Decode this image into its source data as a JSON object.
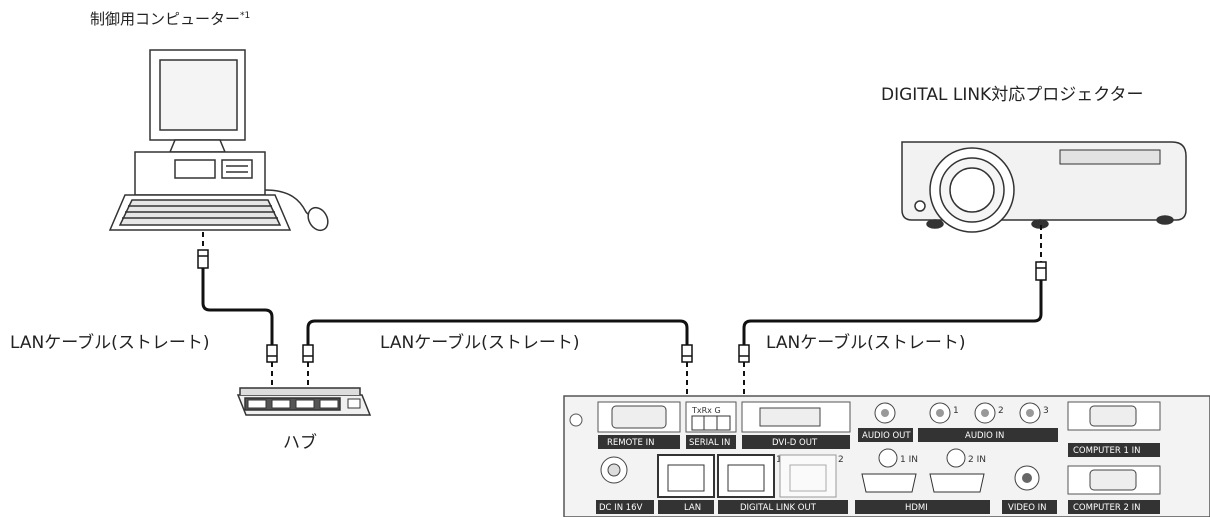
{
  "labels": {
    "control_pc": "制御用コンピューター",
    "control_pc_note": "*1",
    "projector": "DIGITAL LINK対応プロジェクター",
    "cable_1": "LANケーブル(ストレート)",
    "cable_2": "LANケーブル(ストレート)",
    "cable_3": "LANケーブル(ストレート)",
    "hub": "ハブ"
  },
  "panel": {
    "serial_pins": "TxRx G",
    "remote_in": "REMOTE IN",
    "serial_in": "SERIAL IN",
    "dvid_out": "DVI-D OUT",
    "audio_out": "AUDIO OUT",
    "audio_in": "AUDIO IN",
    "audio_1": "1",
    "audio_2": "2",
    "audio_3": "3",
    "computer_1_in": "COMPUTER 1 IN",
    "computer_2_in": "COMPUTER 2 IN",
    "dc_in": "DC IN 16V",
    "lan": "LAN",
    "digital_link_out": "DIGITAL LINK OUT",
    "port_1": "1",
    "port_2": "2",
    "hdmi_1_in": "1 IN",
    "hdmi_2_in": "2 IN",
    "hdmi_logo": "HDMI",
    "video_in": "VIDEO IN"
  }
}
